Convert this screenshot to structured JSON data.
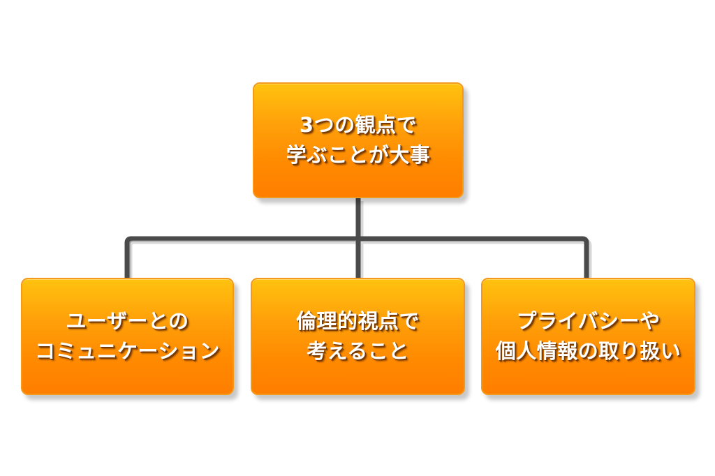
{
  "root": {
    "lines": [
      "3つの観点で",
      "学ぶことが大事"
    ]
  },
  "children": [
    {
      "lines": [
        "ユーザーとの",
        "コミュニケーション"
      ]
    },
    {
      "lines": [
        "倫理的視点で",
        "考えること"
      ]
    },
    {
      "lines": [
        "プライバシーや",
        "個人情報の取り扱い"
      ]
    }
  ],
  "colors": {
    "box_top": "#ffc20e",
    "box_bottom": "#ff7e00",
    "border": "#f39a1c",
    "connector": "#4a4a4a",
    "text": "#ffffff"
  }
}
